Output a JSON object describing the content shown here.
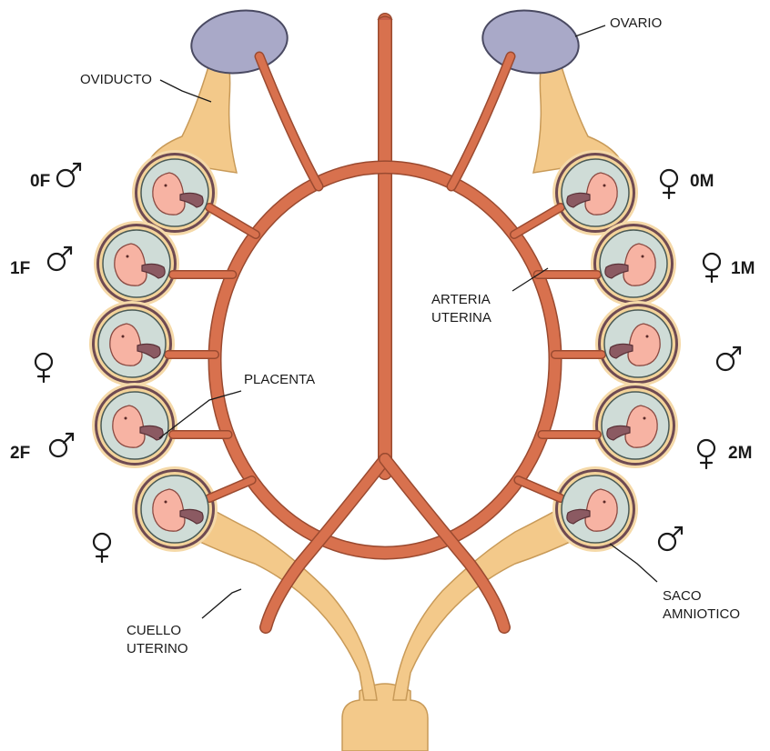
{
  "labels": {
    "ovary": "OVARIO",
    "oviduct": "OVIDUCTO",
    "uterine_artery_line1": "ARTERIA",
    "uterine_artery_line2": "UTERINA",
    "placenta": "PLACENTA",
    "cervix_line1": "CUELLO",
    "cervix_line2": "UTERINO",
    "amniotic_sac_line1": "SACO",
    "amniotic_sac_line2": "AMNIOTICO"
  },
  "left_horn": [
    {
      "position": "0F",
      "sex": "male"
    },
    {
      "position": "1F",
      "sex": "male"
    },
    {
      "position": "",
      "sex": "female"
    },
    {
      "position": "2F",
      "sex": "male"
    },
    {
      "position": "",
      "sex": "female"
    }
  ],
  "right_horn": [
    {
      "position": "0M",
      "sex": "female"
    },
    {
      "position": "1M",
      "sex": "female"
    },
    {
      "position": "",
      "sex": "male"
    },
    {
      "position": "2M",
      "sex": "female"
    },
    {
      "position": "",
      "sex": "male"
    }
  ],
  "colors": {
    "artery": "#d8714e",
    "ovary": "#a9a9c8",
    "tube": "#f3c98a",
    "horn_outer": "#6e4a52",
    "horn_inner": "#a57d82",
    "sac": "#cfdcd7",
    "embryo": "#f7b3a3",
    "placenta": "#8b5a62"
  }
}
